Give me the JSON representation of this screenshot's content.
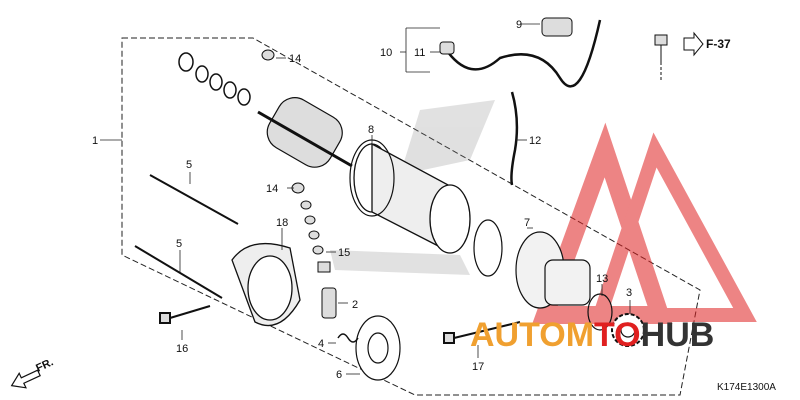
{
  "callouts": [
    {
      "id": "1",
      "text": "1"
    },
    {
      "id": "2",
      "text": "2"
    },
    {
      "id": "3",
      "text": "3"
    },
    {
      "id": "4",
      "text": "4"
    },
    {
      "id": "5a",
      "text": "5"
    },
    {
      "id": "5b",
      "text": "5"
    },
    {
      "id": "6",
      "text": "6"
    },
    {
      "id": "7",
      "text": "7"
    },
    {
      "id": "8",
      "text": "8"
    },
    {
      "id": "9",
      "text": "9"
    },
    {
      "id": "10",
      "text": "10"
    },
    {
      "id": "11",
      "text": "11"
    },
    {
      "id": "12",
      "text": "12"
    },
    {
      "id": "13",
      "text": "13"
    },
    {
      "id": "14a",
      "text": "14"
    },
    {
      "id": "14b",
      "text": "14"
    },
    {
      "id": "15",
      "text": "15"
    },
    {
      "id": "16",
      "text": "16"
    },
    {
      "id": "17",
      "text": "17"
    },
    {
      "id": "18",
      "text": "18"
    }
  ],
  "reference": "F-37",
  "direction": "FR.",
  "diagram_code": "K174E1300A",
  "watermark": {
    "part1": "AUTOM",
    "part2": "TO",
    "part3": "HUB",
    "color_orange": "#f0a030",
    "color_red": "#e02020",
    "color_dark": "#333333"
  }
}
